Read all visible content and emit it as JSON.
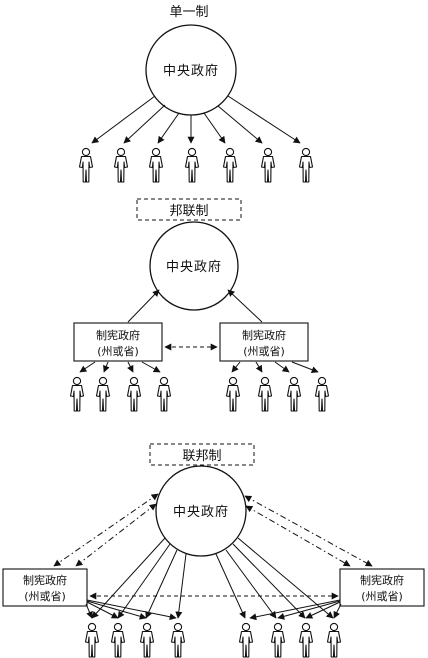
{
  "unitary": {
    "title": "单一制",
    "center": "中央政府"
  },
  "confederation": {
    "title": "邦联制",
    "center": "中央政府",
    "left_box": {
      "line1": "制宪政府",
      "line2": "(州或省)"
    },
    "right_box": {
      "line1": "制宪政府",
      "line2": "(州或省)"
    }
  },
  "federation": {
    "title": "联邦制",
    "center": "中央政府",
    "left_box": {
      "line1": "制宪政府",
      "line2": "(州或省)"
    },
    "right_box": {
      "line1": "制宪政府",
      "line2": "(州或省)"
    }
  },
  "colors": {
    "stroke": "#111111",
    "background": "#ffffff"
  },
  "icons": {
    "person": "person-icon"
  }
}
